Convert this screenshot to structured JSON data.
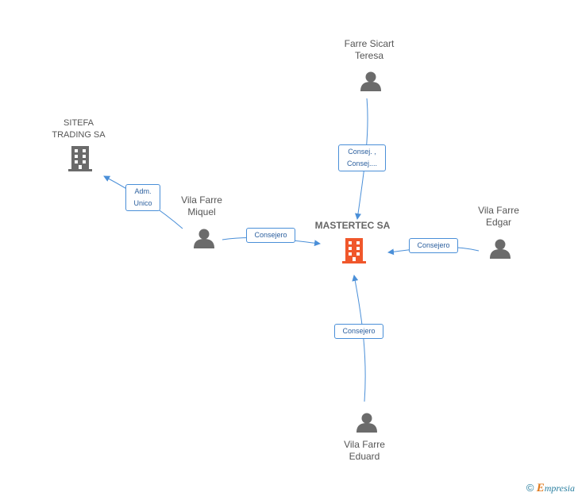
{
  "colors": {
    "edge": "#4a8fd8",
    "person": "#6b6b6b",
    "company": "#6b6b6b",
    "focus": "#f0572b"
  },
  "nodes": {
    "farre_sicart_teresa": {
      "line1": "Farre Sicart",
      "line2": "Teresa",
      "icon": "person-icon"
    },
    "sitefa_trading": {
      "line1": "SITEFA",
      "line2": "TRADING SA",
      "icon": "building-icon"
    },
    "vila_farre_miquel": {
      "line1": "Vila Farre",
      "line2": "Miquel",
      "icon": "person-icon"
    },
    "mastertec": {
      "line1": "MASTERTEC SA",
      "icon": "building-icon"
    },
    "vila_farre_edgar": {
      "line1": "Vila Farre",
      "line2": "Edgar",
      "icon": "person-icon"
    },
    "vila_farre_eduard": {
      "line1": "Vila Farre",
      "line2": "Eduard",
      "icon": "person-icon"
    }
  },
  "edges": {
    "teresa_to_mastertec": {
      "line1": "Consej. ,",
      "line2": "Consej...."
    },
    "miquel_to_sitefa": {
      "line1": "Adm.",
      "line2": "Unico"
    },
    "miquel_to_mastertec": {
      "label": "Consejero"
    },
    "edgar_to_mastertec": {
      "label": "Consejero"
    },
    "eduard_to_mastertec": {
      "label": "Consejero"
    }
  },
  "watermark": {
    "copyright": "©",
    "brand_e": "E",
    "brand_rest": "mpresia"
  }
}
